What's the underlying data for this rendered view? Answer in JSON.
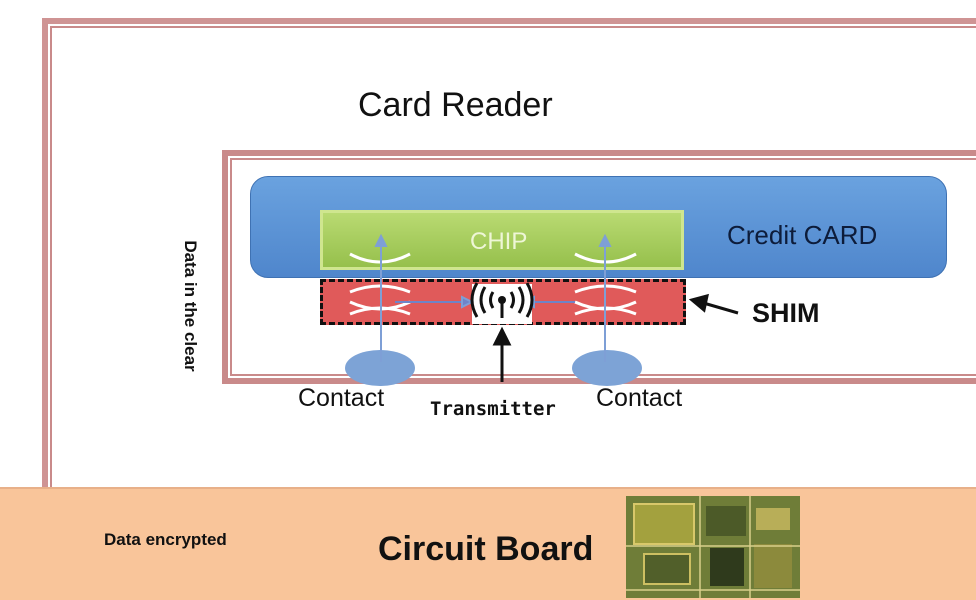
{
  "labels": {
    "card_reader": "Card Reader",
    "credit_card": "Credit CARD",
    "chip": "CHIP",
    "shim": "SHIM",
    "contact_left": "Contact",
    "contact_right": "Contact",
    "transmitter": "Transmitter",
    "data_clear": "Data in the clear",
    "data_encrypted": "Data encrypted",
    "circuit_board": "Circuit Board"
  },
  "colors": {
    "frame": "#c98a8a",
    "card": "#5a90d6",
    "chip": "#a6cc5c",
    "shim": "#e05a5a",
    "board": "#f9c59a",
    "pcb": "#7a8a3a"
  },
  "icons": {
    "transmitter": "wireless-signal-icon",
    "arrow": "arrow-icon",
    "pcb_image": "circuit-board-photo"
  }
}
